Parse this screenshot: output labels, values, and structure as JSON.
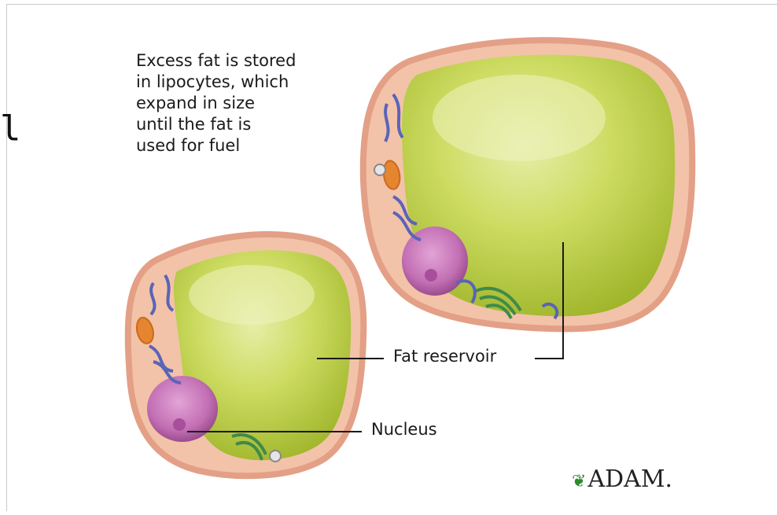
{
  "caption": {
    "lines": [
      "Excess fat is stored",
      "in lipocytes, which",
      "expand in size",
      "until the fat is",
      "used for fuel"
    ]
  },
  "labels": {
    "fat_reservoir": "Fat reservoir",
    "nucleus": "Nucleus"
  },
  "logo": {
    "text": "ADAM.",
    "mark_color": "#2f8a2f"
  },
  "edge_glyph": "l",
  "colors": {
    "membrane": "#e9a98c",
    "cytoplasm": "#f2c3a8",
    "fat": "#c2d44a",
    "fat_highlight": "#e3eda0",
    "nucleus": "#c36fb4",
    "er": "#5a64b8",
    "mitochondria": "#e5852f",
    "golgi": "#3f8a4a"
  }
}
